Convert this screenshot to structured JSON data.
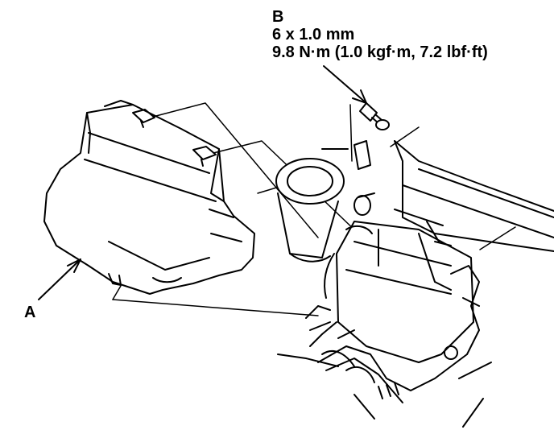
{
  "callouts": {
    "a": {
      "letter": "A"
    },
    "b": {
      "letter": "B",
      "bolt_size": "6 x 1.0 mm",
      "torque": "9.8 N·m (1.0 kgf·m, 7.2 lbf·ft)"
    }
  },
  "colors": {
    "line": "#000000",
    "background": "#ffffff"
  }
}
